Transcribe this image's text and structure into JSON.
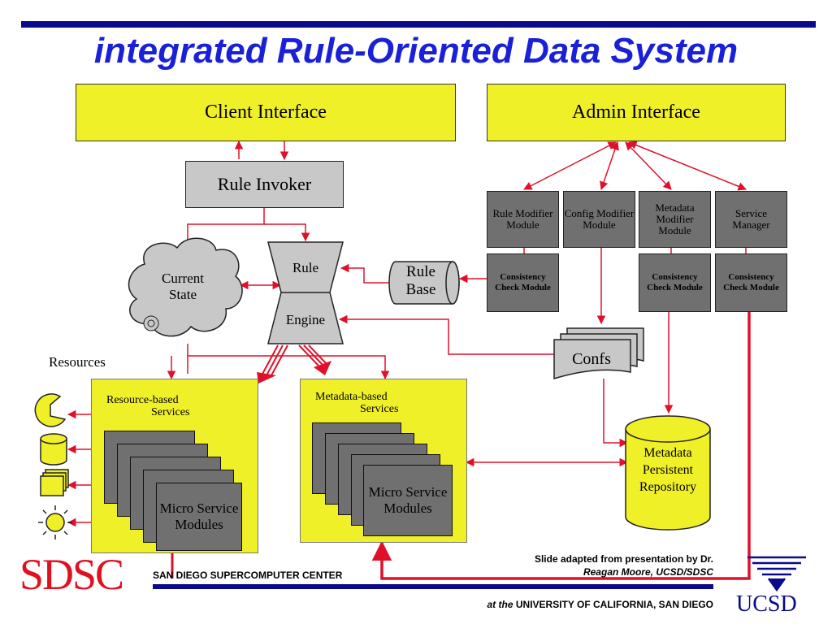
{
  "title": "integrated Rule-Oriented Data System",
  "client_interface": "Client Interface",
  "admin_interface": "Admin Interface",
  "rule_invoker": "Rule Invoker",
  "current_state": "Current State",
  "rule_engine": {
    "top": "Rule",
    "bottom": "Engine"
  },
  "rule_base": "Rule Base",
  "confs": "Confs",
  "resources_label": "Resources",
  "admin_modules": [
    {
      "name": "Rule Modifier Module",
      "check": "Consistency Check Module"
    },
    {
      "name": "Config Modifier Module"
    },
    {
      "name": "Metadata Modifier Module",
      "check": "Consistency Check Module"
    },
    {
      "name": "Service Manager",
      "check": "Consistency Check Module"
    }
  ],
  "resource_panel": {
    "label_line1": "Resource-based",
    "label_line2": "Services",
    "modules": "Micro Service Modules"
  },
  "metadata_panel": {
    "label_line1": "Metadata-based",
    "label_line2": "Services",
    "modules": "Micro Service Modules"
  },
  "metadata_repository": "Metadata Persistent Repository",
  "footer": {
    "sdsc_logo": "SDSC",
    "center_name": "SAN DIEGO SUPERCOMPUTER CENTER",
    "credit_line1": "Slide adapted from  presentation by Dr.",
    "credit_line2": "Reagan Moore, UCSD/SDSC",
    "univ_prefix": "at the",
    "univ_name": "UNIVERSITY OF CALIFORNIA, SAN DIEGO",
    "ucsd_logo": "UCSD"
  },
  "colors": {
    "title": "#1a20d8",
    "yellow": "#f0f028",
    "arrow": "#e0102a",
    "navy": "#0a0a8c",
    "sdsc": "#e01020"
  }
}
